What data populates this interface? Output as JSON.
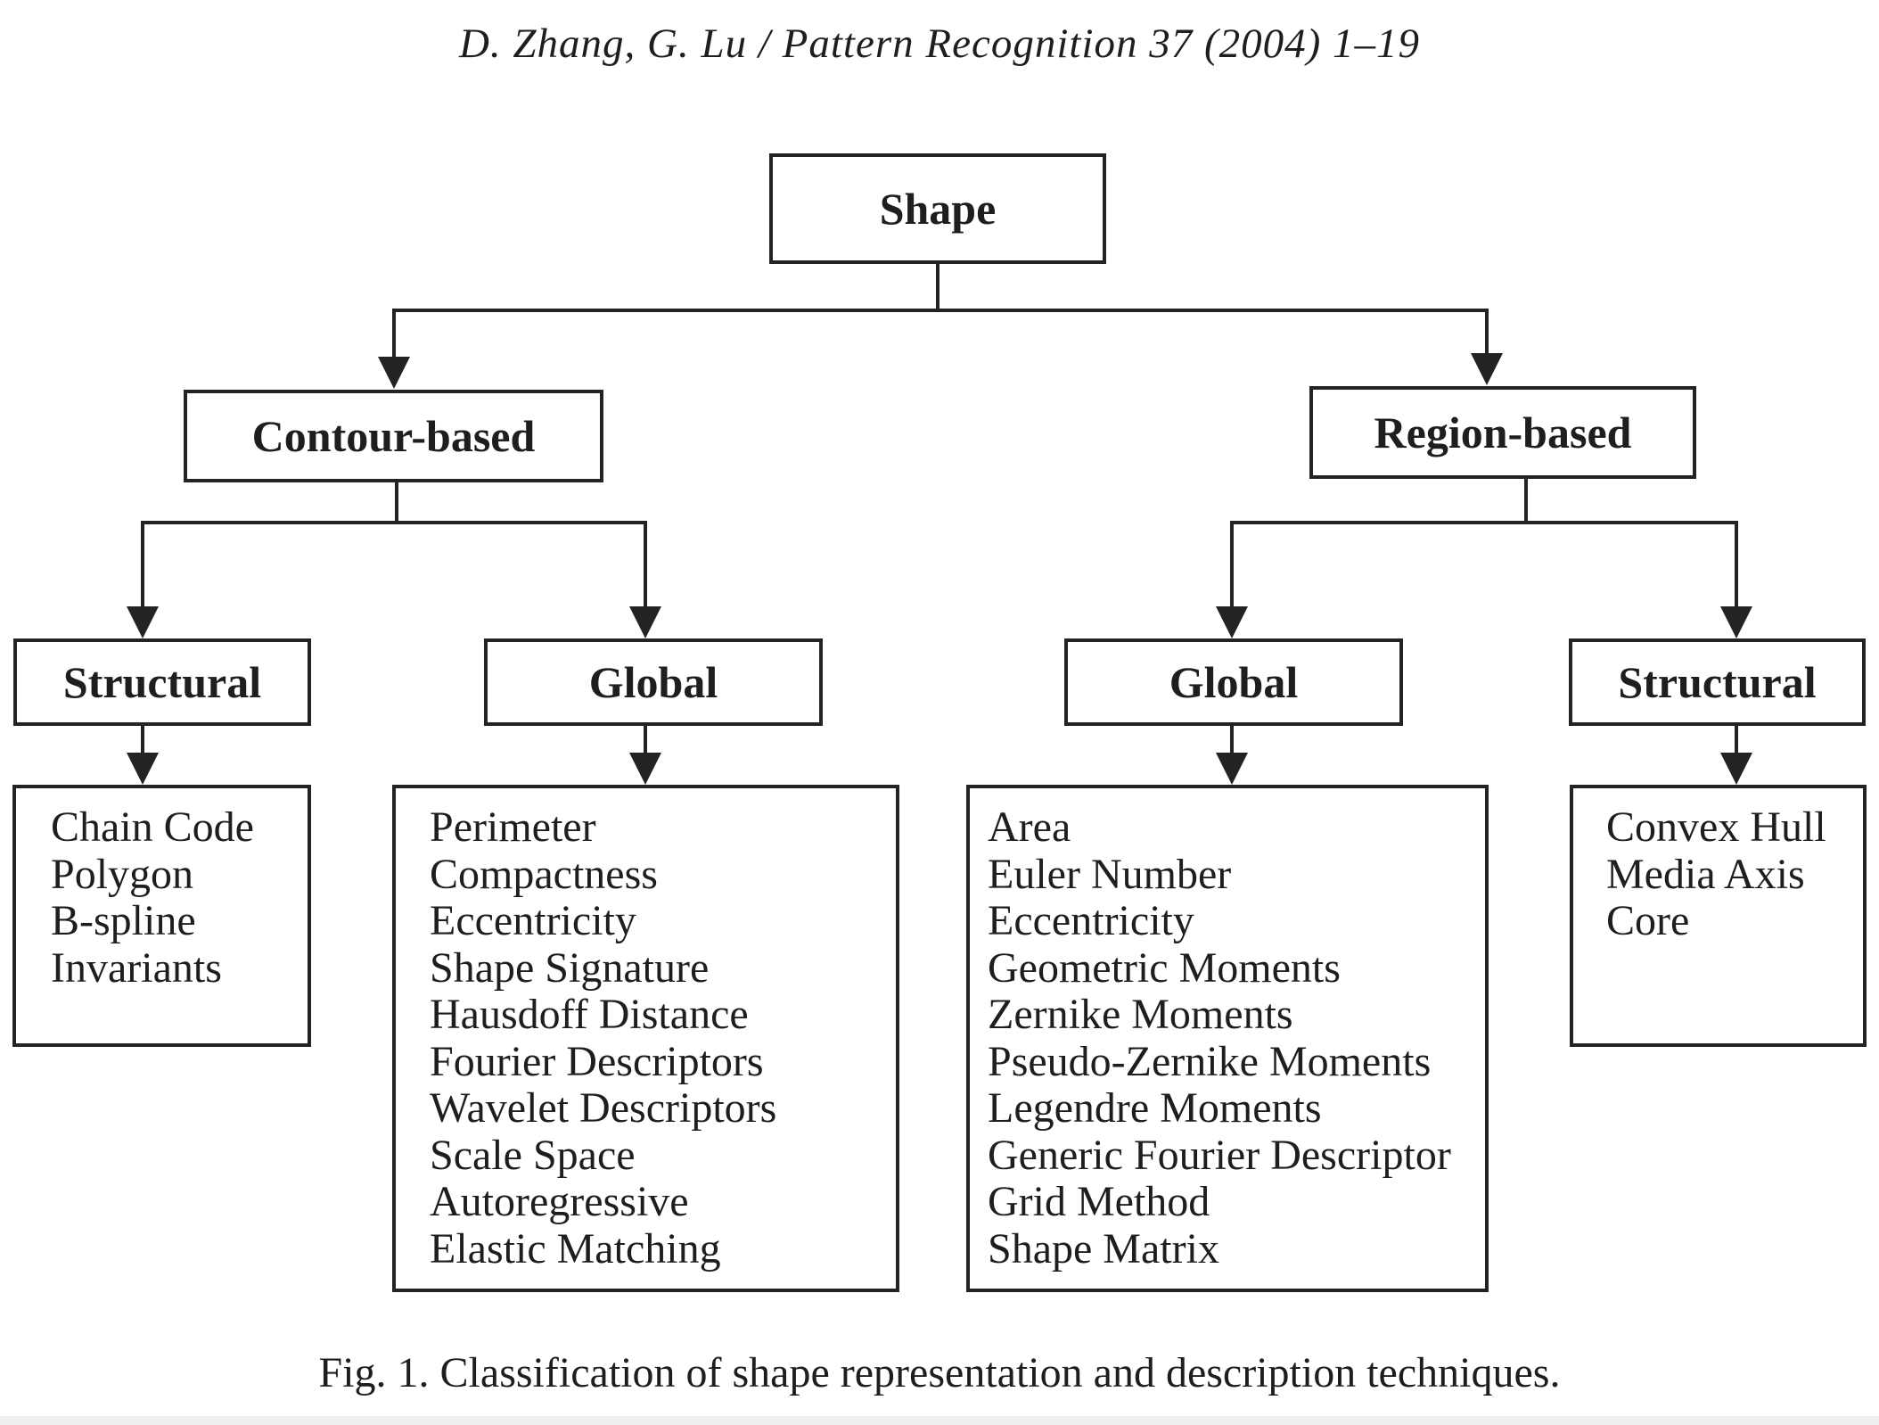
{
  "header": {
    "running_title": "D. Zhang, G. Lu / Pattern Recognition 37 (2004) 1–19"
  },
  "diagram": {
    "root": {
      "label": "Shape"
    },
    "branches": {
      "contour": {
        "label": "Contour-based"
      },
      "region": {
        "label": "Region-based"
      }
    },
    "categories": {
      "contour_structural": {
        "label": "Structural"
      },
      "contour_global": {
        "label": "Global"
      },
      "region_global": {
        "label": "Global"
      },
      "region_structural": {
        "label": "Structural"
      }
    },
    "methods": {
      "contour_structural": [
        "Chain Code",
        "Polygon",
        "B-spline",
        "Invariants"
      ],
      "contour_global": [
        "Perimeter",
        "Compactness",
        "Eccentricity",
        "Shape Signature",
        "Hausdoff Distance",
        "Fourier Descriptors",
        "Wavelet Descriptors",
        "Scale Space",
        "Autoregressive",
        "Elastic Matching"
      ],
      "region_global": [
        "Area",
        "Euler Number",
        "Eccentricity",
        "Geometric Moments",
        "Zernike Moments",
        "Pseudo-Zernike Moments",
        "Legendre Moments",
        "Generic Fourier Descriptor",
        "Grid Method",
        "Shape Matrix"
      ],
      "region_structural": [
        "Convex Hull",
        "Media Axis",
        "Core"
      ]
    }
  },
  "caption": {
    "text": "Fig. 1. Classification of shape representation and description techniques."
  }
}
